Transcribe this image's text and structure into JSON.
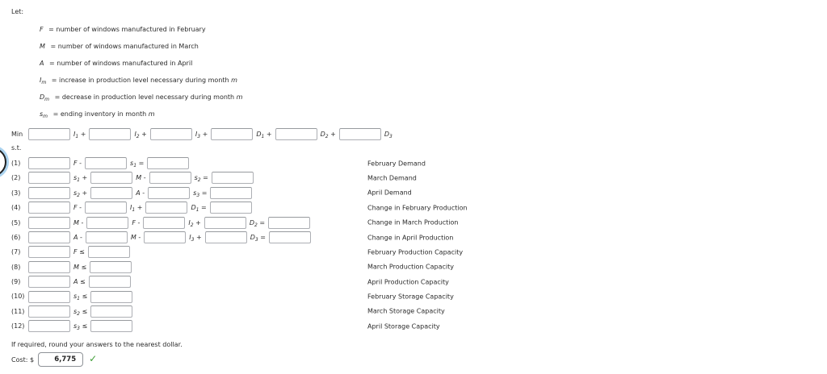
{
  "page": {
    "let_label": "Let:",
    "definitions": [
      {
        "var": "F",
        "sub": "",
        "desc": "= number of windows manufactured in February",
        "tail": ""
      },
      {
        "var": "M",
        "sub": "",
        "desc": "= number of windows manufactured in March",
        "tail": ""
      },
      {
        "var": "A",
        "sub": "",
        "desc": "= number of windows manufactured in April",
        "tail": ""
      },
      {
        "var": "I",
        "sub": "m",
        "desc": "= increase in production level necessary during month",
        "tail": "m"
      },
      {
        "var": "D",
        "sub": "m",
        "desc": "= decrease in production level necessary during month",
        "tail": "m"
      },
      {
        "var": "s",
        "sub": "m",
        "desc": "= ending inventory in month",
        "tail": "m"
      }
    ],
    "objective": {
      "label": "Min",
      "segments": [
        {
          "t": "box",
          "value": ""
        },
        {
          "t": "sym",
          "v": "I",
          "s": "1",
          "op": "+"
        },
        {
          "t": "box",
          "value": ""
        },
        {
          "t": "sym",
          "v": "I",
          "s": "2",
          "op": "+"
        },
        {
          "t": "box",
          "value": ""
        },
        {
          "t": "sym",
          "v": "I",
          "s": "3",
          "op": "+"
        },
        {
          "t": "box",
          "value": ""
        },
        {
          "t": "sym",
          "v": "D",
          "s": "1",
          "op": "+"
        },
        {
          "t": "box",
          "value": ""
        },
        {
          "t": "sym",
          "v": "D",
          "s": "2",
          "op": "+"
        },
        {
          "t": "box",
          "value": ""
        },
        {
          "t": "sym",
          "v": "D",
          "s": "3",
          "op": ""
        }
      ]
    },
    "st_label": "s.t.",
    "constraints": [
      {
        "num": "(1)",
        "note": "February Demand",
        "segments": [
          {
            "t": "box",
            "value": ""
          },
          {
            "t": "sym",
            "v": "F",
            "s": "",
            "op": "-"
          },
          {
            "t": "box",
            "value": ""
          },
          {
            "t": "sym",
            "v": "s",
            "s": "1",
            "op": "="
          },
          {
            "t": "box",
            "value": ""
          }
        ]
      },
      {
        "num": "(2)",
        "note": "March Demand",
        "segments": [
          {
            "t": "box",
            "value": ""
          },
          {
            "t": "sym",
            "v": "s",
            "s": "1",
            "op": "+"
          },
          {
            "t": "box",
            "value": ""
          },
          {
            "t": "sym",
            "v": "M",
            "s": "",
            "op": "-"
          },
          {
            "t": "box",
            "value": ""
          },
          {
            "t": "sym",
            "v": "s",
            "s": "2",
            "op": "="
          },
          {
            "t": "box",
            "value": ""
          }
        ]
      },
      {
        "num": "(3)",
        "note": "April Demand",
        "segments": [
          {
            "t": "box",
            "value": ""
          },
          {
            "t": "sym",
            "v": "s",
            "s": "2",
            "op": "+"
          },
          {
            "t": "box",
            "value": ""
          },
          {
            "t": "sym",
            "v": "A",
            "s": "",
            "op": "-"
          },
          {
            "t": "box",
            "value": ""
          },
          {
            "t": "sym",
            "v": "s",
            "s": "3",
            "op": "="
          },
          {
            "t": "box",
            "value": ""
          }
        ]
      },
      {
        "num": "(4)",
        "note": "Change in February Production",
        "segments": [
          {
            "t": "box",
            "value": ""
          },
          {
            "t": "sym",
            "v": "F",
            "s": "",
            "op": "-"
          },
          {
            "t": "box",
            "value": ""
          },
          {
            "t": "sym",
            "v": "I",
            "s": "1",
            "op": "+"
          },
          {
            "t": "box",
            "value": ""
          },
          {
            "t": "sym",
            "v": "D",
            "s": "1",
            "op": "="
          },
          {
            "t": "box",
            "value": ""
          }
        ]
      },
      {
        "num": "(5)",
        "note": "Change in March Production",
        "segments": [
          {
            "t": "box",
            "value": ""
          },
          {
            "t": "sym",
            "v": "M",
            "s": "",
            "op": "-"
          },
          {
            "t": "box",
            "value": ""
          },
          {
            "t": "sym",
            "v": "F",
            "s": "",
            "op": "-"
          },
          {
            "t": "box",
            "value": ""
          },
          {
            "t": "sym",
            "v": "I",
            "s": "2",
            "op": "+"
          },
          {
            "t": "box",
            "value": ""
          },
          {
            "t": "sym",
            "v": "D",
            "s": "2",
            "op": "="
          },
          {
            "t": "box",
            "value": ""
          }
        ]
      },
      {
        "num": "(6)",
        "note": "Change in April Production",
        "segments": [
          {
            "t": "box",
            "value": ""
          },
          {
            "t": "sym",
            "v": "A",
            "s": "",
            "op": "-"
          },
          {
            "t": "box",
            "value": ""
          },
          {
            "t": "sym",
            "v": "M",
            "s": "",
            "op": "-"
          },
          {
            "t": "box",
            "value": ""
          },
          {
            "t": "sym",
            "v": "I",
            "s": "3",
            "op": "+"
          },
          {
            "t": "box",
            "value": ""
          },
          {
            "t": "sym",
            "v": "D",
            "s": "3",
            "op": "="
          },
          {
            "t": "box",
            "value": ""
          }
        ]
      },
      {
        "num": "(7)",
        "note": "February Production Capacity",
        "segments": [
          {
            "t": "box",
            "value": ""
          },
          {
            "t": "sym",
            "v": "F",
            "s": "",
            "op": "≤"
          },
          {
            "t": "box",
            "value": ""
          }
        ]
      },
      {
        "num": "(8)",
        "note": "March Production Capacity",
        "segments": [
          {
            "t": "box",
            "value": ""
          },
          {
            "t": "sym",
            "v": "M",
            "s": "",
            "op": "≤"
          },
          {
            "t": "box",
            "value": ""
          }
        ]
      },
      {
        "num": "(9)",
        "note": "April Production Capacity",
        "segments": [
          {
            "t": "box",
            "value": ""
          },
          {
            "t": "sym",
            "v": "A",
            "s": "",
            "op": "≤"
          },
          {
            "t": "box",
            "value": ""
          }
        ]
      },
      {
        "num": "(10)",
        "note": "February Storage Capacity",
        "segments": [
          {
            "t": "box",
            "value": ""
          },
          {
            "t": "sym",
            "v": "s",
            "s": "1",
            "op": "≤"
          },
          {
            "t": "box",
            "value": ""
          }
        ]
      },
      {
        "num": "(11)",
        "note": "March Storage Capacity",
        "segments": [
          {
            "t": "box",
            "value": ""
          },
          {
            "t": "sym",
            "v": "s",
            "s": "2",
            "op": "≤"
          },
          {
            "t": "box",
            "value": ""
          }
        ]
      },
      {
        "num": "(12)",
        "note": "April Storage Capacity",
        "segments": [
          {
            "t": "box",
            "value": ""
          },
          {
            "t": "sym",
            "v": "s",
            "s": "3",
            "op": "≤"
          },
          {
            "t": "box",
            "value": ""
          }
        ]
      }
    ],
    "round_note": "If required, round your answers to the nearest dollar.",
    "cost": {
      "label": "Cost: $",
      "value": "6,775",
      "check": "✓"
    }
  },
  "colors": {
    "check_green": "#3f9e36",
    "circle_halo_blue": "#abd3ef",
    "input_border": "#adafb4",
    "text": "#2b2b2b"
  }
}
